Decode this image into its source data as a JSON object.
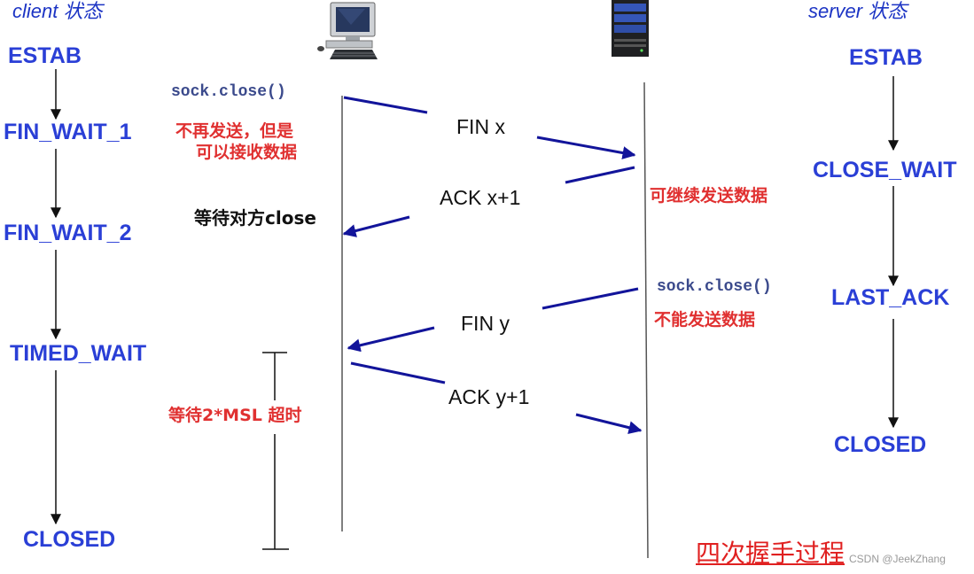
{
  "headers": {
    "client": "client 状态",
    "server": "server 状态"
  },
  "client_states": [
    "ESTAB",
    "FIN_WAIT_1",
    "FIN_WAIT_2",
    "TIMED_WAIT",
    "CLOSED"
  ],
  "server_states": [
    "ESTAB",
    "CLOSE_WAIT",
    "LAST_ACK",
    "CLOSED"
  ],
  "client_sock_close": "sock.close()",
  "server_sock_close": "sock.close()",
  "client_notes": {
    "fin_wait_1_line1": "不再发送，但是",
    "fin_wait_1_line2": "可以接收数据",
    "fin_wait_2": "等待对方close",
    "timed_wait": "等待2*MSL 超时"
  },
  "server_notes": {
    "close_wait": "可继续发送数据",
    "last_ack": "不能发送数据"
  },
  "messages": [
    "FIN x",
    "ACK x+1",
    "FIN y",
    "ACK y+1"
  ],
  "title": "四次握手过程",
  "watermark": "CSDN @JeekZhang",
  "icons": {
    "client": "desktop-computer-icon",
    "server": "server-tower-icon"
  },
  "colors": {
    "state": "#2a3fd6",
    "note_red": "#e03030",
    "arrow": "#12149a"
  }
}
